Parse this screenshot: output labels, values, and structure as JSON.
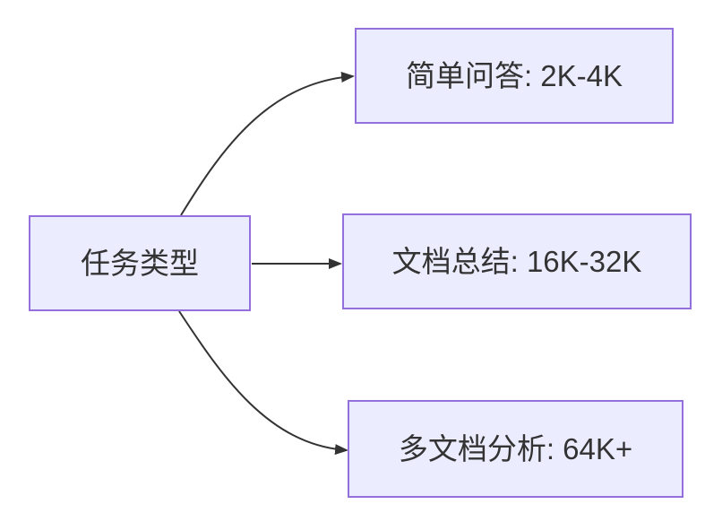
{
  "diagram": {
    "type": "flowchart",
    "direction": "left-to-right",
    "root": {
      "label": "任务类型"
    },
    "children": [
      {
        "id": "simple-qa",
        "label": "简单问答: 2K-4K"
      },
      {
        "id": "doc-summary",
        "label": "文档总结: 16K-32K"
      },
      {
        "id": "multidoc-analysis",
        "label": "多文档分析: 64K+"
      }
    ],
    "edges": [
      {
        "from": "任务类型",
        "to": "简单问答: 2K-4K"
      },
      {
        "from": "任务类型",
        "to": "文档总结: 16K-32K"
      },
      {
        "from": "任务类型",
        "to": "多文档分析: 64K+"
      }
    ],
    "colors": {
      "node_fill": "#ECECFF",
      "node_border": "#9370DB",
      "edge": "#333333",
      "text": "#333333",
      "background": "#ffffff"
    }
  }
}
